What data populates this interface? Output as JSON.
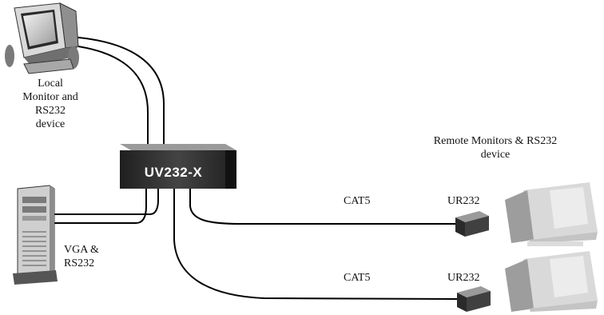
{
  "diagram": {
    "device_name": "UV232-X",
    "local_label": "Local\nMonitor and\nRS232\ndevice",
    "remote_label": "Remote Monitors & RS232\ndevice",
    "vga_label": "VGA &\nRS232",
    "links": [
      {
        "cable": "CAT5",
        "unit": "UR232"
      },
      {
        "cable": "CAT5",
        "unit": "UR232"
      }
    ],
    "colors": {
      "box_dark": "#2b2b2b",
      "box_light": "#8a8a8a",
      "cable": "#000000",
      "device_gray": "#b8b8b8"
    }
  }
}
